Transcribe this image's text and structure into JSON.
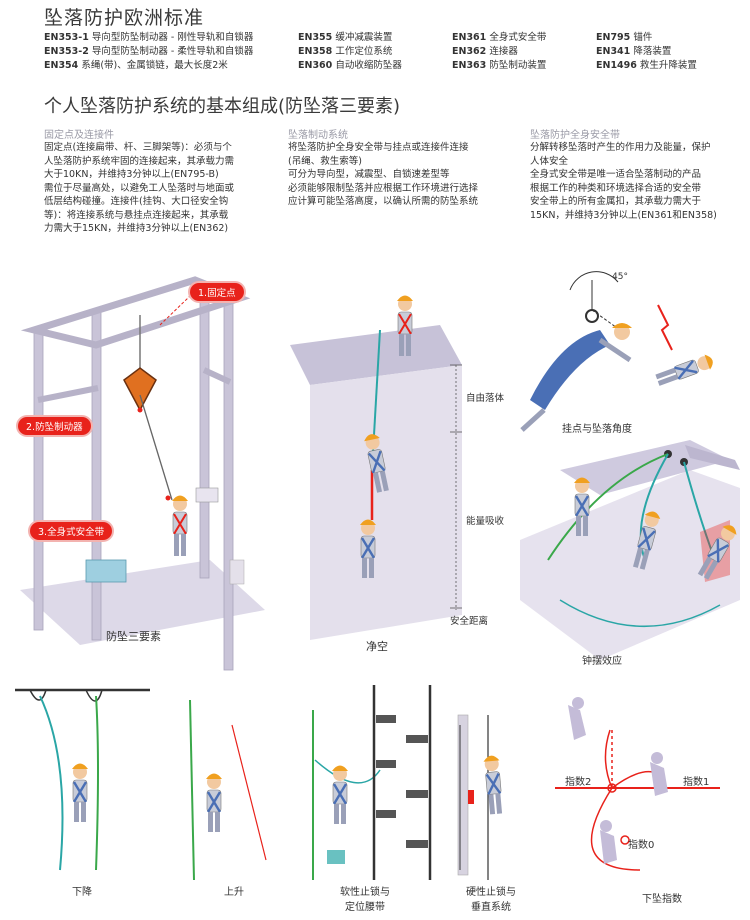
{
  "title": "坠落防护欧洲标准",
  "standards": [
    {
      "code": "EN353-1",
      "desc": "导向型防坠制动器 - 刚性导轨和自锁器"
    },
    {
      "code": "EN353-2",
      "desc": "导向型防坠制动器 - 柔性导轨和自锁器"
    },
    {
      "code": "EN354",
      "desc": "系绳(带)、金属锁链，最大长度2米"
    },
    {
      "code": "EN355",
      "desc": "缓冲减震装置"
    },
    {
      "code": "EN358",
      "desc": "工作定位系统"
    },
    {
      "code": "EN360",
      "desc": "自动收缩防坠器"
    },
    {
      "code": "EN361",
      "desc": "全身式安全带"
    },
    {
      "code": "EN362",
      "desc": "连接器"
    },
    {
      "code": "EN363",
      "desc": "防坠制动装置"
    },
    {
      "code": "EN795",
      "desc": "锚件"
    },
    {
      "code": "EN341",
      "desc": "降落装置"
    },
    {
      "code": "EN1496",
      "desc": "救生升降装置"
    }
  ],
  "subtitle": "个人坠落防护系统的基本组成(防坠落三要素)",
  "columns": [
    {
      "heading": "固定点及连接件",
      "lines": [
        "固定点(连接扁带、杆、三脚架等)：必须与个",
        "人坠落防护系统牢固的连接起来，其承载力需",
        "大于10KN，并维持3分钟以上(EN795-B)",
        "需位于尽量高处，以避免工人坠落时与地面或",
        "低层结构碰撞。连接件(挂钩、大口径安全钩",
        "等)：将连接系统与悬挂点连接起来，其承载",
        "力需大于15KN，并维持3分钟以上(EN362)"
      ]
    },
    {
      "heading": "坠落制动系统",
      "lines": [
        "将坠落防护全身安全带与挂点或连接件连接",
        "(吊绳、救生索等)",
        "可分为导向型，减震型、自锁速差型等",
        "必须能够限制坠落并应根据工作环境进行选择",
        "应计算可能坠落高度，以确认所需的防坠系统"
      ]
    },
    {
      "heading": "坠落防护全身安全带",
      "lines": [
        "分解转移坠落时产生的作用力及能量，保护",
        "人体安全",
        "全身式安全带是唯一适合坠落制动的产品",
        "根据工作的种类和环境选择合适的安全带",
        "安全带上的所有金属扣，其承载力需大于",
        "15KN，并维持3分钟以上(EN361和EN358)"
      ]
    }
  ],
  "diagram_labels": {
    "tag1": "1.固定点",
    "tag2": "2.防坠制动器",
    "tag3": "3.全身式安全带",
    "fig1": "防坠三要素",
    "free_fall": "自由落体",
    "energy": "能量吸收",
    "safety": "安全距离",
    "fig2": "净空",
    "angle": "45°",
    "fig3": "挂点与坠落角度",
    "fig4": "钟摆效应",
    "b1": "下降",
    "b2": "上升",
    "b3a": "软性止锁与",
    "b3b": "定位腰带",
    "b4a": "硬性止锁与",
    "b4b": "垂直系统",
    "idx2": "指数2",
    "idx1": "指数1",
    "idx0": "指数0",
    "b5": "下坠指数"
  },
  "colors": {
    "red": "#e8221b",
    "teal": "#2aa6a6",
    "green": "#3aa84a",
    "blue": "#4a6fb5",
    "steel": "#b8b8c8",
    "helmet": "#f0a020"
  }
}
